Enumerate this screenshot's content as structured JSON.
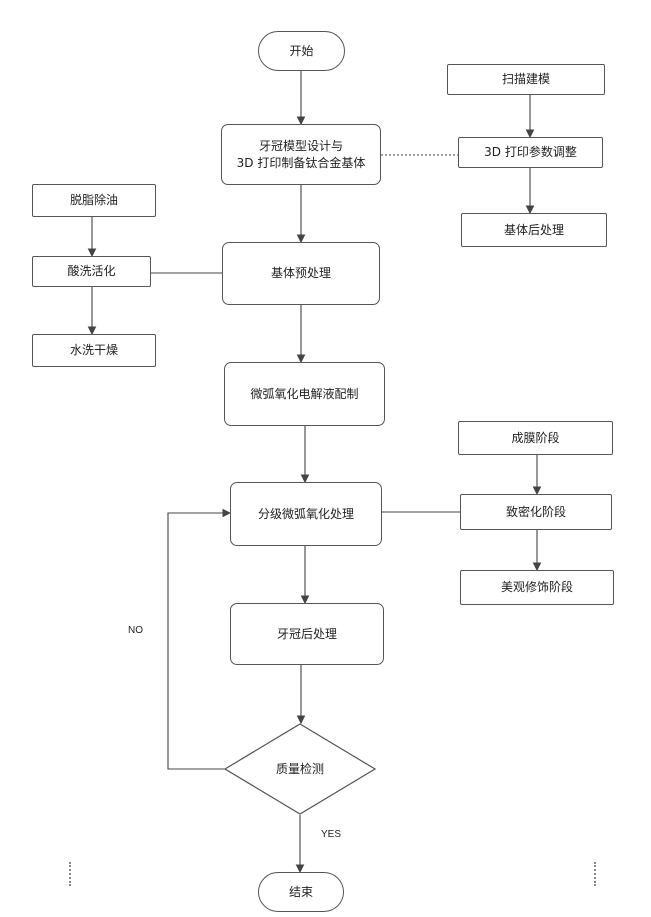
{
  "nodes": {
    "start": "开始",
    "crown_design": [
      "牙冠模型设计与",
      "3D 打印制备钛合金基体"
    ],
    "scan_model": "扫描建模",
    "print_params": "3D 打印参数调整",
    "substrate_post": "基体后处理",
    "degrease": "脱脂除油",
    "acid_activate": "酸洗活化",
    "water_dry": "水洗干燥",
    "substrate_pre": "基体预处理",
    "electrolyte": "微弧氧化电解液配制",
    "film_stage": "成膜阶段",
    "graded_mao": "分级微弧氧化处理",
    "dense_stage": "致密化阶段",
    "aesthetic_stage": "美观修饰阶段",
    "crown_post": "牙冠后处理",
    "quality_check": "质量检测",
    "end": "结束"
  },
  "labels": {
    "no": "NO",
    "yes": "YES"
  }
}
